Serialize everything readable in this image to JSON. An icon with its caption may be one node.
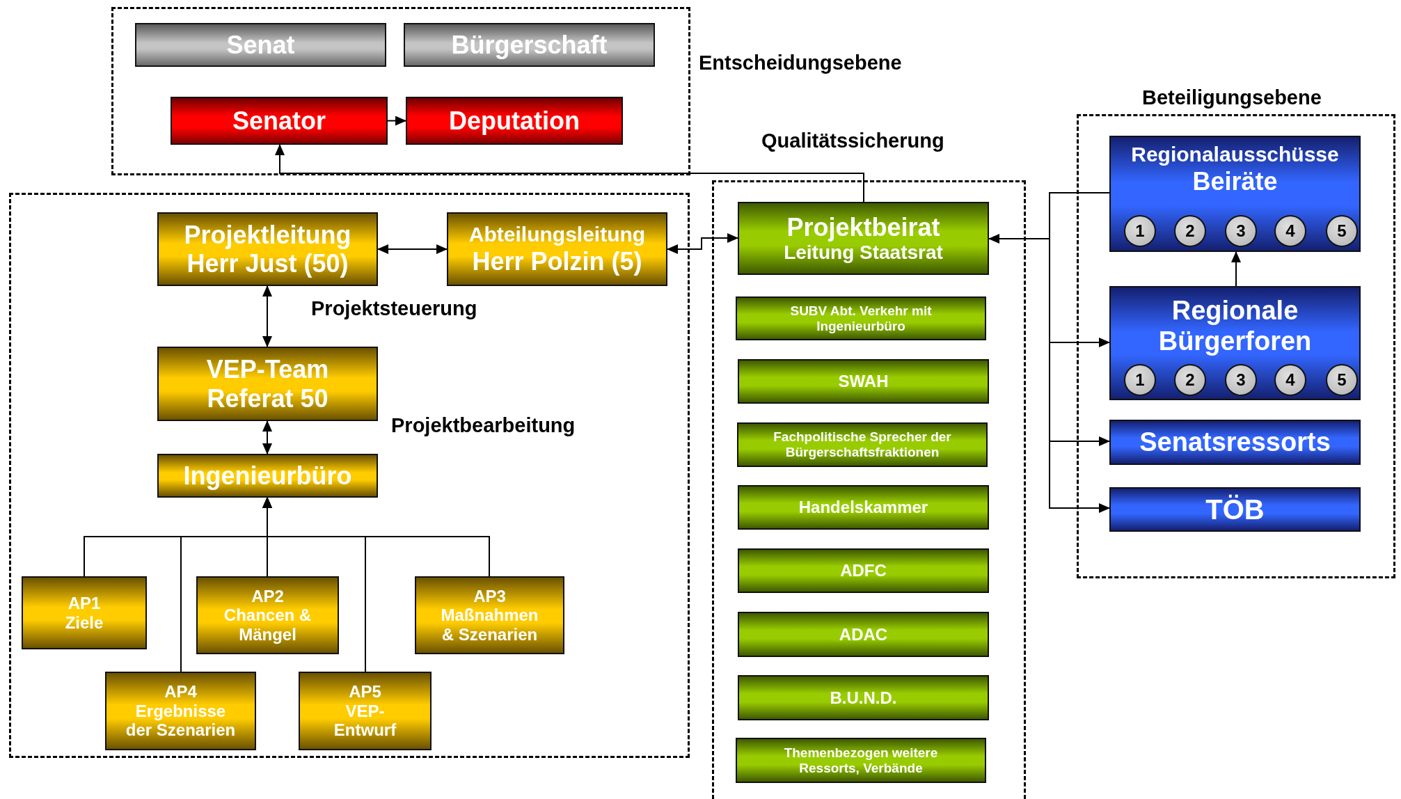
{
  "diagram": {
    "nodes": [
      {
        "text": [
          "Entscheidungsebene"
        ]
      },
      {
        "text": [
          "Senat"
        ],
        "in": 0
      },
      {
        "text": [
          "Bürgerschaft"
        ],
        "in": 0
      },
      {
        "text": [
          "Senator"
        ],
        "in": 0
      },
      {
        "text": [
          "Deputation"
        ],
        "in": 0
      },
      {
        "text": [],
        "shape": "box"
      },
      {
        "text": [
          "Projektleitung Herr Just (50)"
        ],
        "in": 5
      },
      {
        "text": [
          "Abteilungsleitung",
          "Herr Polzin (5)"
        ],
        "in": 5
      },
      {
        "text": [
          "VEP-Team Referat 50"
        ],
        "in": 5
      },
      {
        "text": [
          "Ingenieurbüro"
        ],
        "in": 5
      },
      {
        "text": [
          "AP1 Ziele"
        ],
        "in": 5
      },
      {
        "text": [
          "AP2 Chancen & Mängel"
        ],
        "in": 5
      },
      {
        "text": [
          "AP3 Maßnahmen & Szenarien"
        ],
        "in": 5
      },
      {
        "text": [
          "AP4 Ergebnisse der Szenarien"
        ],
        "in": 5
      },
      {
        "text": [
          "AP5 VEP-Entwurf"
        ],
        "in": 5
      },
      {
        "text": [
          "Qualitätssicherung"
        ]
      },
      {
        "text": [
          "Projektbeirat",
          "Leitung Staatsrat"
        ],
        "in": 15
      },
      {
        "text": [
          "SUBV Abt. Verkehr mit Ingenieurbüro"
        ],
        "in": 15
      },
      {
        "text": [
          "SWAH"
        ],
        "in": 15
      },
      {
        "text": [
          "Fachpolitische Sprecher der Bürgerschaftsfraktionen"
        ],
        "in": 15
      },
      {
        "text": [
          "Handelskammer"
        ],
        "in": 15
      },
      {
        "text": [
          "ADFC"
        ],
        "in": 15
      },
      {
        "text": [
          "ADAC"
        ],
        "in": 15
      },
      {
        "text": [
          "B.U.N.D."
        ],
        "in": 15
      },
      {
        "text": [
          "Themenbezogen weitere Ressorts, Verbände"
        ],
        "in": 15
      },
      {
        "text": [
          "Beteiligungsebene"
        ]
      },
      {
        "text": [
          "Regionalausschüsse",
          "Beiräte"
        ],
        "in": 25
      },
      {
        "text": [
          "1"
        ],
        "in": 26
      },
      {
        "text": [
          "2"
        ],
        "in": 26
      },
      {
        "text": [
          "3"
        ],
        "in": 26
      },
      {
        "text": [
          "4"
        ],
        "in": 26
      },
      {
        "text": [
          "5"
        ],
        "in": 26
      },
      {
        "text": [
          "Regionale Bürgerforen"
        ],
        "in": 25
      },
      {
        "text": [
          "1"
        ],
        "in": 32
      },
      {
        "text": [
          "2"
        ],
        "in": 32
      },
      {
        "text": [
          "3"
        ],
        "in": 32
      },
      {
        "text": [
          "4"
        ],
        "in": 32
      },
      {
        "text": [
          "5"
        ],
        "in": 32
      },
      {
        "text": [
          "Senatsressorts"
        ],
        "in": 25
      },
      {
        "text": [
          "TÖB"
        ],
        "in": 25
      }
    ],
    "edges": [
      {
        "from": 3,
        "to": 4,
        "arrow": "to"
      },
      {
        "from": 16,
        "to": 3,
        "arrow": "to"
      },
      {
        "from": 6,
        "to": 7,
        "arrow": "both"
      },
      {
        "from": 7,
        "to": 16,
        "arrow": "both"
      },
      {
        "from": 6,
        "to": 8,
        "arrow": "both"
      },
      {
        "from": 8,
        "to": 9,
        "arrow": "both"
      },
      {
        "from": 10,
        "to": 9,
        "arrow": "to"
      },
      {
        "from": 11,
        "to": 9,
        "arrow": "to"
      },
      {
        "from": 12,
        "to": 9,
        "arrow": "to"
      },
      {
        "from": 13,
        "to": 9,
        "arrow": "to"
      },
      {
        "from": 14,
        "to": 9,
        "arrow": "to"
      },
      {
        "from": 26,
        "to": 16,
        "arrow": "to"
      },
      {
        "from": 26,
        "to": 32,
        "arrow": "to"
      },
      {
        "from": 26,
        "to": 38,
        "arrow": "to"
      },
      {
        "from": 26,
        "to": 39,
        "arrow": "to"
      },
      {
        "from": 32,
        "to": 26,
        "arrow": "to"
      }
    ],
    "labels": [
      "Projektsteuerung",
      "Projektbearbeitung"
    ]
  }
}
